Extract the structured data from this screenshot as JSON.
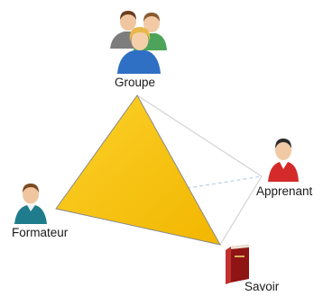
{
  "nodes": {
    "groupe": {
      "label": "Groupe",
      "icon": "group-people-icon"
    },
    "apprenant": {
      "label": "Apprenant",
      "icon": "learner-person-icon"
    },
    "formateur": {
      "label": "Formateur",
      "icon": "trainer-person-icon"
    },
    "savoir": {
      "label": "Savoir",
      "icon": "knowledge-book-icon"
    }
  },
  "colors": {
    "face": "#f8c400",
    "face_shade": "#efb400",
    "face_stroke": "#8a8a8a",
    "edge": "#d2d2d2",
    "hidden_edge": "#b9cfe0"
  }
}
